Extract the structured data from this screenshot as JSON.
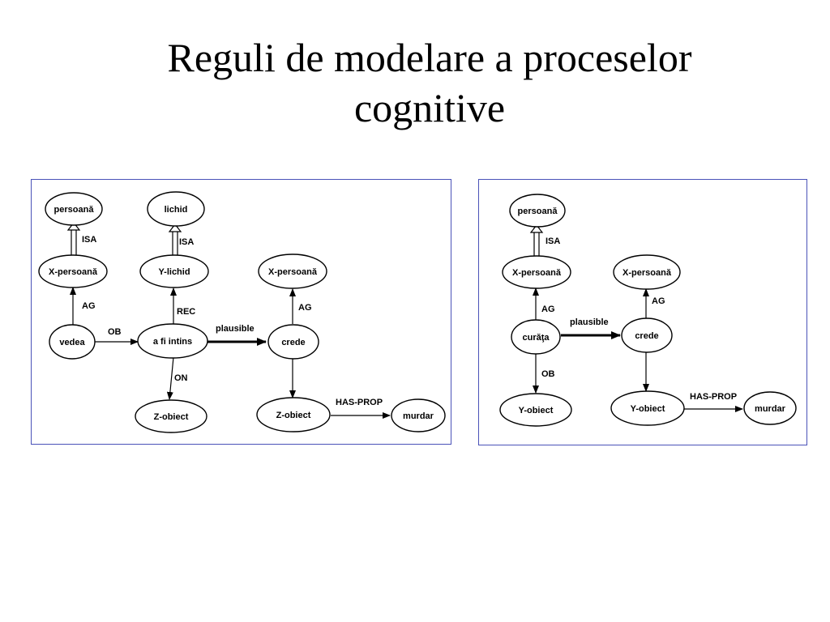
{
  "title": {
    "line1": "Reguli de modelare a proceselor",
    "line2": "cognitive"
  },
  "colors": {
    "panel_border": "#4a52b8"
  },
  "graph_left": {
    "nodes": {
      "persoana": "persoană",
      "lichid": "lichid",
      "x_persoana_1": "X-persoană",
      "y_lichid": "Y-lichid",
      "x_persoana_2": "X-persoană",
      "vedea": "vedea",
      "a_fi_intins": "a fi intins",
      "crede": "crede",
      "z_obiect_1": "Z-obiect",
      "z_obiect_2": "Z-obiect",
      "murdar": "murdar"
    },
    "edges": {
      "isa_1": "ISA",
      "isa_2": "ISA",
      "ag_1": "AG",
      "ag_2": "AG",
      "ob": "OB",
      "rec": "REC",
      "on": "ON",
      "plausible": "plausible",
      "has_prop": "HAS-PROP"
    }
  },
  "graph_right": {
    "nodes": {
      "persoana": "persoană",
      "x_persoana_1": "X-persoană",
      "x_persoana_2": "X-persoană",
      "curata": "curăţa",
      "crede": "crede",
      "y_obiect_1": "Y-obiect",
      "y_obiect_2": "Y-obiect",
      "murdar": "murdar"
    },
    "edges": {
      "isa": "ISA",
      "ag_1": "AG",
      "ag_2": "AG",
      "ob": "OB",
      "plausible": "plausible",
      "has_prop": "HAS-PROP"
    }
  }
}
